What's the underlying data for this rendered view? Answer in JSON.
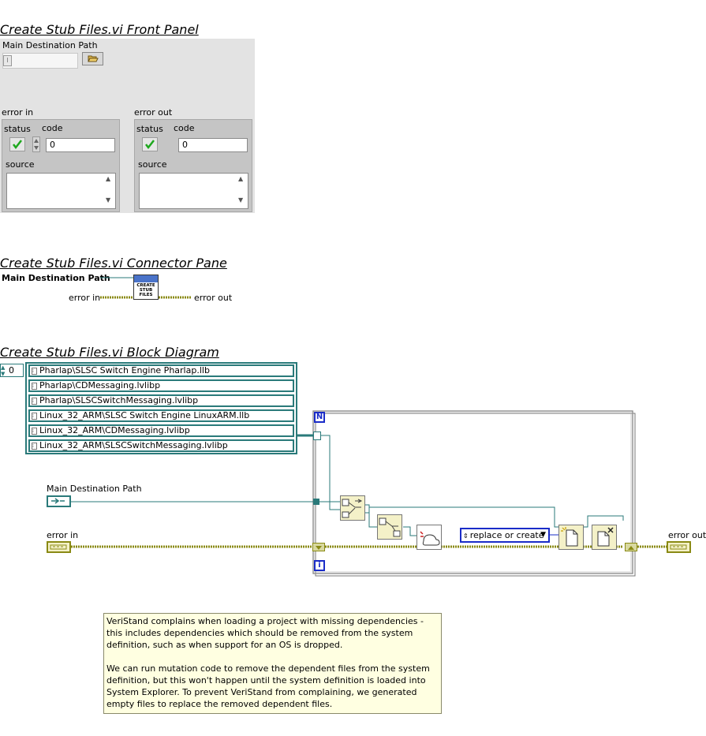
{
  "front_panel": {
    "title": "Create Stub Files.vi Front Panel",
    "main_destination_path_label": "Main Destination Path",
    "error_in": {
      "label": "error in",
      "status_label": "status",
      "code_label": "code",
      "code_value": "0",
      "source_label": "source"
    },
    "error_out": {
      "label": "error out",
      "status_label": "status",
      "code_label": "code",
      "code_value": "0",
      "source_label": "source"
    }
  },
  "connector_pane": {
    "title": "Create Stub Files.vi Connector Pane",
    "input_path_label": "Main Destination Path",
    "error_in_label": "error in",
    "error_out_label": "error out",
    "icon_text": "CREATE STUB FILES"
  },
  "block_diagram": {
    "title": "Create Stub Files.vi Block Diagram",
    "array_index": "0",
    "array_items": [
      "Pharlap\\SLSC Switch Engine Pharlap.llb",
      "Pharlap\\CDMessaging.lvlibp",
      "Pharlap\\SLSCSwitchMessaging.lvlibp",
      "Linux_32_ARM\\SLSC Switch Engine LinuxARM.llb",
      "Linux_32_ARM\\CDMessaging.lvlibp",
      "Linux_32_ARM\\SLSCSwitchMessaging.lvlibp"
    ],
    "main_destination_path_label": "Main Destination Path",
    "error_in_label": "error in",
    "error_out_label": "error out",
    "loop_count_label": "N",
    "loop_iteration_label": "i",
    "file_operation_value": "replace or create",
    "comment": {
      "paragraph1": "VeriStand complains when loading a project with missing dependencies - this includes dependencies which should be removed from the system definition, such as when support for an OS is dropped.",
      "paragraph2": "We can run mutation code to remove the dependent files from the system definition, but this won't happen until the system definition is loaded into System Explorer. To prevent VeriStand from complaining, we generated empty files to replace the removed dependent files."
    }
  },
  "colors": {
    "path_wire": "#2a7a7a",
    "error_wire": "#8a8a14",
    "enum_border": "#1a2cc8",
    "comment_bg": "#ffffe1",
    "status_check": "#1ea81e"
  }
}
